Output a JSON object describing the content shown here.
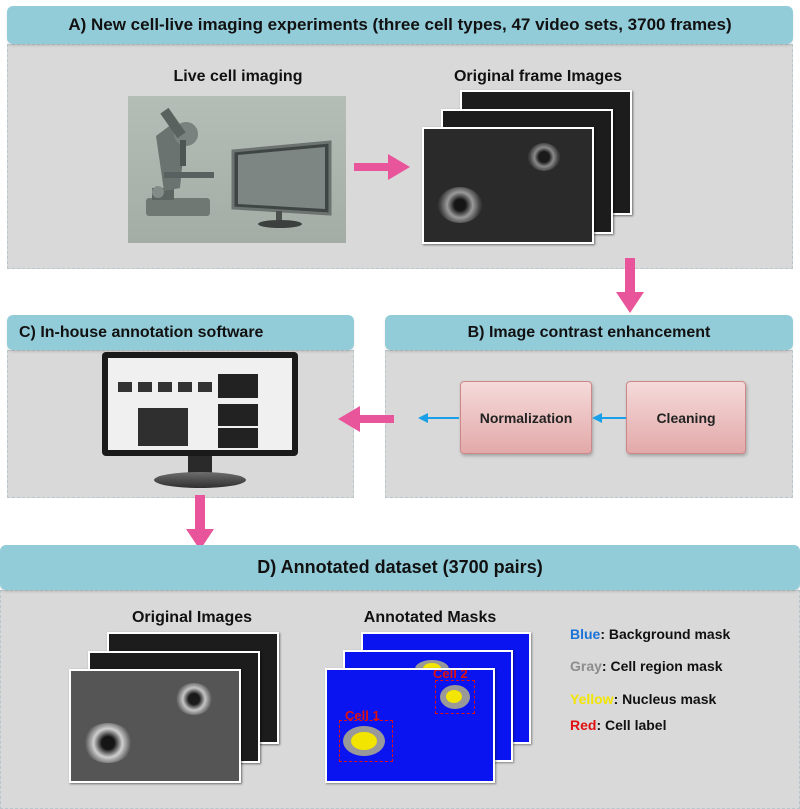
{
  "panelA": {
    "title": "A) New cell-live imaging experiments (three cell types, 47 video sets, 3700 frames)",
    "left_caption": "Live cell imaging",
    "right_caption": "Original frame Images"
  },
  "panelB": {
    "title": "B) Image contrast enhancement",
    "normalization": "Normalization",
    "cleaning": "Cleaning"
  },
  "panelC": {
    "title": "C) In-house annotation software"
  },
  "panelD": {
    "title": "D) Annotated dataset (3700 pairs)",
    "left_caption": "Original Images",
    "right_caption": "Annotated Masks",
    "cell1": "Cell 1",
    "cell2": "Cell 2",
    "legend": [
      {
        "key": "Blue",
        "text": ": Background mask",
        "color": "#1a73d9"
      },
      {
        "key": "Gray",
        "text": ": Cell region mask",
        "color": "#8c8c8c"
      },
      {
        "key": "Yellow",
        "text": ": Nucleus mask",
        "color": "#f2e600"
      },
      {
        "key": "Red",
        "text": ": Cell label",
        "color": "#e01010"
      }
    ]
  },
  "colors": {
    "arrow_pink": "#e8559a",
    "arrow_blue": "#1aa0e8",
    "header": "#93ccd9",
    "panel": "#d9d9d9"
  }
}
